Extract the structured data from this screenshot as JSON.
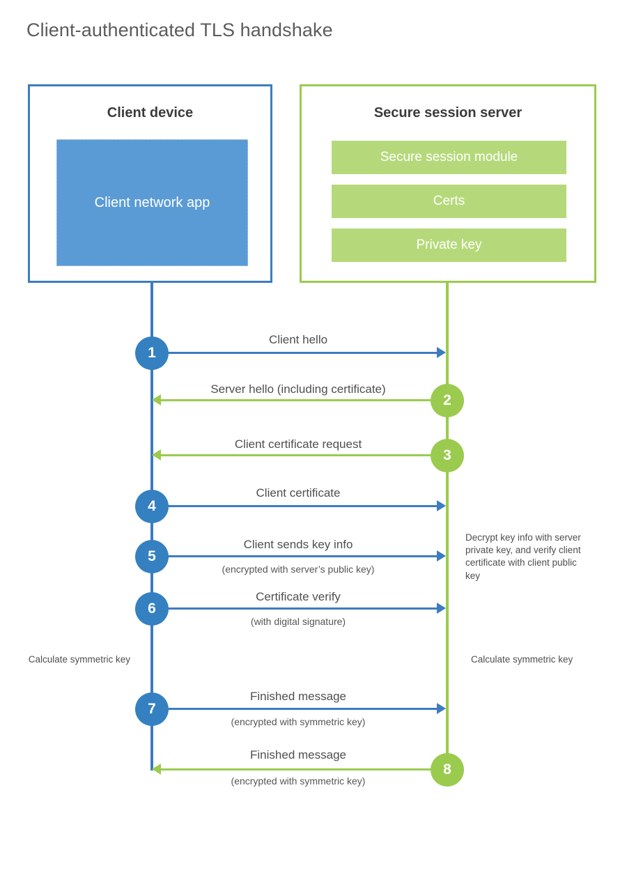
{
  "title": "Client-authenticated TLS handshake",
  "colors": {
    "blue_border": "#3d7cc0",
    "blue_fill": "#5b9bd5",
    "blue_circle": "#3580c1",
    "green_border": "#9bcb4e",
    "green_fill": "#b5d97a",
    "green_circle": "#9bcb4e",
    "title_text": "#5c5c5c",
    "body_text": "#4f4f4f"
  },
  "client_panel": {
    "title": "Client device",
    "app_label": "Client network app"
  },
  "server_panel": {
    "title": "Secure session server",
    "modules": [
      {
        "label": "Secure session module"
      },
      {
        "label": "Certs"
      },
      {
        "label": "Private key"
      }
    ]
  },
  "steps": [
    {
      "number": "1",
      "label": "Client hello",
      "sub": "",
      "direction": "client-to-server",
      "color": "blue"
    },
    {
      "number": "2",
      "label": "Server hello (including certificate)",
      "sub": "",
      "direction": "server-to-client",
      "color": "green"
    },
    {
      "number": "3",
      "label": "Client certificate request",
      "sub": "",
      "direction": "server-to-client",
      "color": "green"
    },
    {
      "number": "4",
      "label": "Client certificate",
      "sub": "",
      "direction": "client-to-server",
      "color": "blue"
    },
    {
      "number": "5",
      "label": "Client sends key info",
      "sub": "(encrypted with server’s public key)",
      "direction": "client-to-server",
      "color": "blue"
    },
    {
      "number": "6",
      "label": "Certificate verify",
      "sub": "(with digital signature)",
      "direction": "client-to-server",
      "color": "blue"
    },
    {
      "number": "7",
      "label": "Finished message",
      "sub": "(encrypted with symmetric key)",
      "direction": "client-to-server",
      "color": "blue"
    },
    {
      "number": "8",
      "label": "Finished message",
      "sub": "(encrypted with symmetric key)",
      "direction": "server-to-client",
      "color": "green"
    }
  ],
  "notes": {
    "server_decrypt": "Decrypt key info with server private key, and verify client certificate with client public key",
    "client_calculate": "Calculate symmetric key",
    "server_calculate": "Calculate symmetric key"
  }
}
